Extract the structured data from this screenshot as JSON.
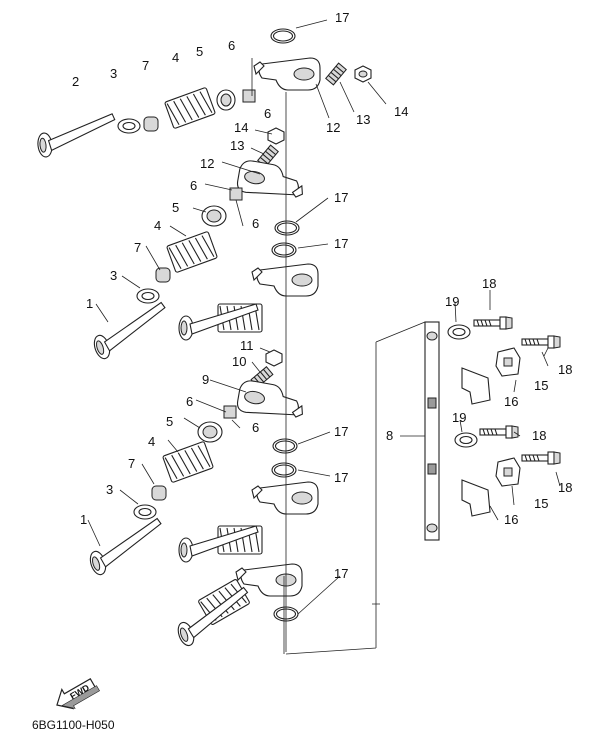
{
  "diagram": {
    "code": "6BG1100-H050",
    "fwd_label": "FWD",
    "callouts": [
      {
        "id": "c17a",
        "text": "17"
      },
      {
        "id": "c2",
        "text": "2"
      },
      {
        "id": "c3a",
        "text": "3"
      },
      {
        "id": "c7a",
        "text": "7"
      },
      {
        "id": "c4a",
        "text": "4"
      },
      {
        "id": "c5a",
        "text": "5"
      },
      {
        "id": "c6a",
        "text": "6"
      },
      {
        "id": "c6b",
        "text": "6"
      },
      {
        "id": "c12a",
        "text": "12"
      },
      {
        "id": "c13a",
        "text": "13"
      },
      {
        "id": "c14a",
        "text": "14"
      },
      {
        "id": "c14b",
        "text": "14"
      },
      {
        "id": "c13b",
        "text": "13"
      },
      {
        "id": "c12b",
        "text": "12"
      },
      {
        "id": "c6c",
        "text": "6"
      },
      {
        "id": "c5b",
        "text": "5"
      },
      {
        "id": "c6d",
        "text": "6"
      },
      {
        "id": "c17b",
        "text": "17"
      },
      {
        "id": "c4b",
        "text": "4"
      },
      {
        "id": "c17c",
        "text": "17"
      },
      {
        "id": "c7b",
        "text": "7"
      },
      {
        "id": "c3b",
        "text": "3"
      },
      {
        "id": "c1a",
        "text": "1"
      },
      {
        "id": "c18a",
        "text": "18"
      },
      {
        "id": "c19a",
        "text": "19"
      },
      {
        "id": "c18b",
        "text": "18"
      },
      {
        "id": "c11",
        "text": "11"
      },
      {
        "id": "c15a",
        "text": "15"
      },
      {
        "id": "c10",
        "text": "10"
      },
      {
        "id": "c9",
        "text": "9"
      },
      {
        "id": "c16a",
        "text": "16"
      },
      {
        "id": "c6e",
        "text": "6"
      },
      {
        "id": "c5c",
        "text": "5"
      },
      {
        "id": "c6f",
        "text": "6"
      },
      {
        "id": "c17d",
        "text": "17"
      },
      {
        "id": "c8",
        "text": "8"
      },
      {
        "id": "c19b",
        "text": "19"
      },
      {
        "id": "c18c",
        "text": "18"
      },
      {
        "id": "c4c",
        "text": "4"
      },
      {
        "id": "c7c",
        "text": "7"
      },
      {
        "id": "c17e",
        "text": "17"
      },
      {
        "id": "c18d",
        "text": "18"
      },
      {
        "id": "c3c",
        "text": "3"
      },
      {
        "id": "c15b",
        "text": "15"
      },
      {
        "id": "c1b",
        "text": "1"
      },
      {
        "id": "c16b",
        "text": "16"
      },
      {
        "id": "c17f",
        "text": "17"
      }
    ]
  }
}
